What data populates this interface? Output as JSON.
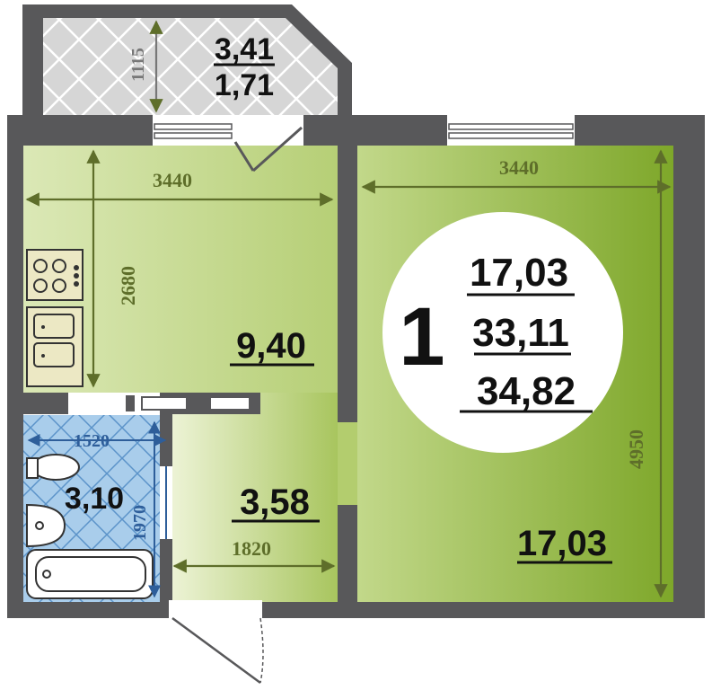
{
  "unit": {
    "rooms_label": "1",
    "living_area": "17,03",
    "total_area": "33,11",
    "total_area_with_balcony": "34,82"
  },
  "rooms": {
    "balcony": {
      "area": "3,41",
      "area_reduced": "1,71",
      "depth": "1115"
    },
    "kitchen": {
      "area": "9,40",
      "width": "3440",
      "length": "2680"
    },
    "living_room": {
      "area": "17,03",
      "width": "3440",
      "length": "4950"
    },
    "hallway": {
      "area": "3,58",
      "width": "1820"
    },
    "bathroom": {
      "area": "3,10",
      "width": "1520",
      "length": "1970"
    }
  },
  "colors": {
    "wall": "#58585a",
    "living_room_fill": "#8eb431",
    "kitchen_fill": "#c4d98f",
    "bathroom_fill": "#a9cdeb",
    "balcony_fill": "#d9d9d9",
    "dimension_line": "#5e6e2a"
  }
}
